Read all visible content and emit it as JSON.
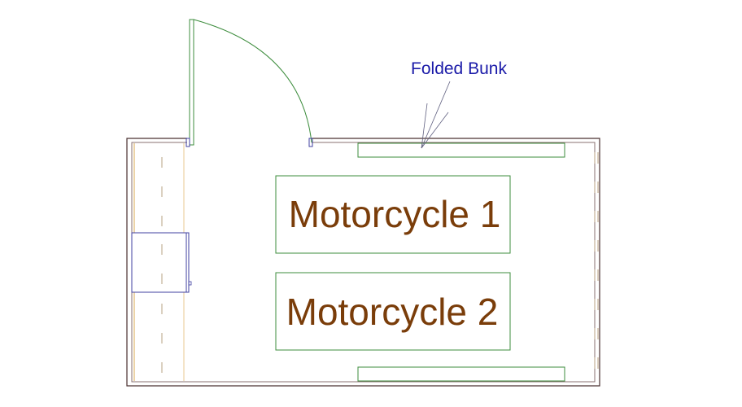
{
  "plan": {
    "annotation": "Folded Bunk",
    "zones": [
      {
        "label": "Motorcycle 1"
      },
      {
        "label": "Motorcycle 2"
      }
    ]
  },
  "colors": {
    "wall": "#4a3030",
    "zone_outline": "#3c8c3c",
    "zone_text": "#7a3d0a",
    "annotation": "#1a1aa8",
    "cabinet": "#4040a0",
    "counter": "#d9a850"
  }
}
